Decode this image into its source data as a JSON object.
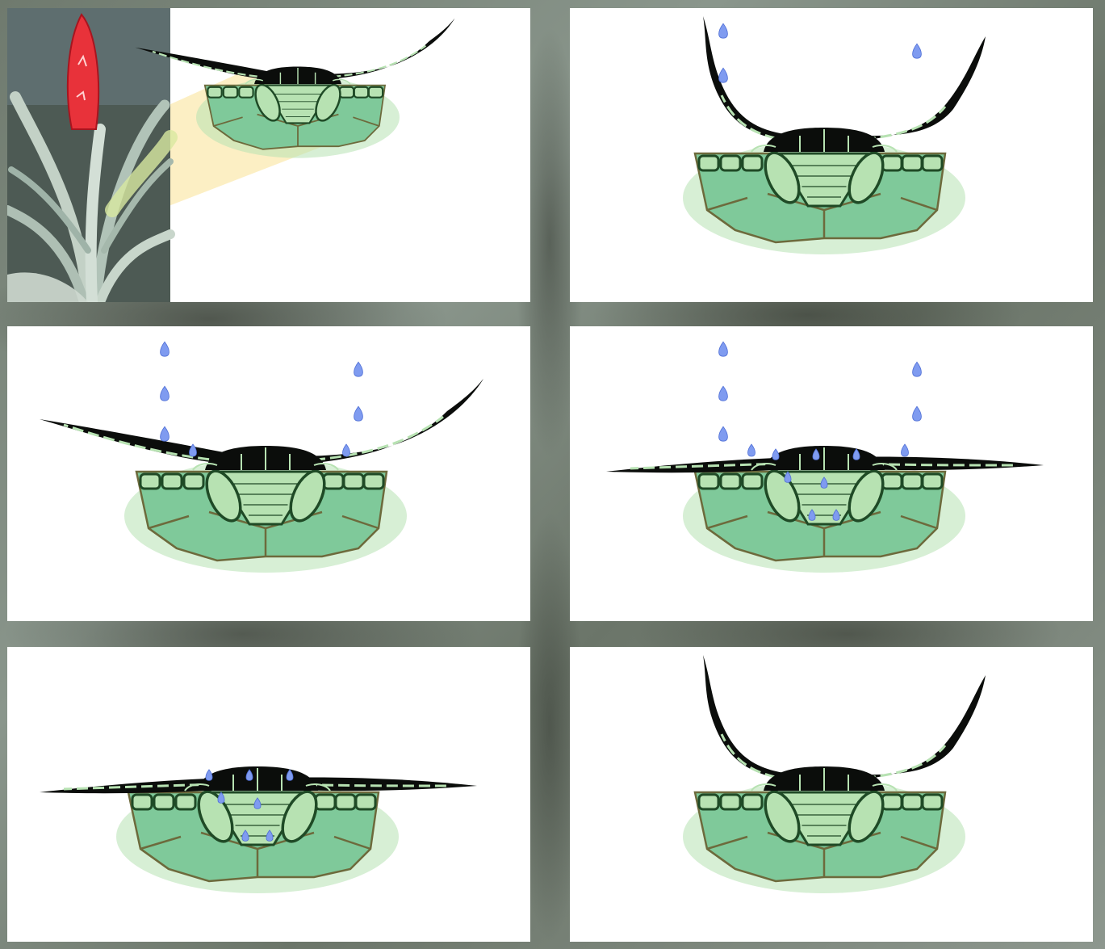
{
  "panels": [
    {
      "id": "p1",
      "stage": "dry-closed-with-photo",
      "scale": 0.72,
      "flap_shape": "raised",
      "drops": "none",
      "blue_in_cells": false,
      "inset": "plant-photo"
    },
    {
      "id": "p2",
      "stage": "dry-shields-curled-up",
      "scale": 1.0,
      "flap_shape": "curled-up",
      "drops": "falling",
      "blue_in_cells": false
    },
    {
      "id": "p3",
      "stage": "water-arrives-shields-lowering",
      "scale": 1.0,
      "flap_shape": "raised",
      "drops": "falling-landing",
      "blue_in_cells": false
    },
    {
      "id": "p4",
      "stage": "shields-flat-water-entering",
      "scale": 1.0,
      "flap_shape": "flat",
      "drops": "falling-landing",
      "blue_in_cells": true
    },
    {
      "id": "p5",
      "stage": "water-absorbed",
      "scale": 1.0,
      "flap_shape": "flat",
      "drops": "none",
      "blue_in_cells": true
    },
    {
      "id": "p6",
      "stage": "dry-shields-curled-again",
      "scale": 1.0,
      "flap_shape": "curled-up",
      "drops": "none",
      "blue_in_cells": false
    }
  ],
  "colors": {
    "tissue_light": "#b7e2b2",
    "tissue_mid": "#7fc99a",
    "cell_wall": "#1f4a26",
    "outer_wall": "#6d6a3c",
    "shield": "#0b0d0b",
    "water": "#7f9bf0",
    "highlight_cone": "#fbeab0",
    "flower": "#e8323a",
    "leaf": "#b7c7bb"
  }
}
